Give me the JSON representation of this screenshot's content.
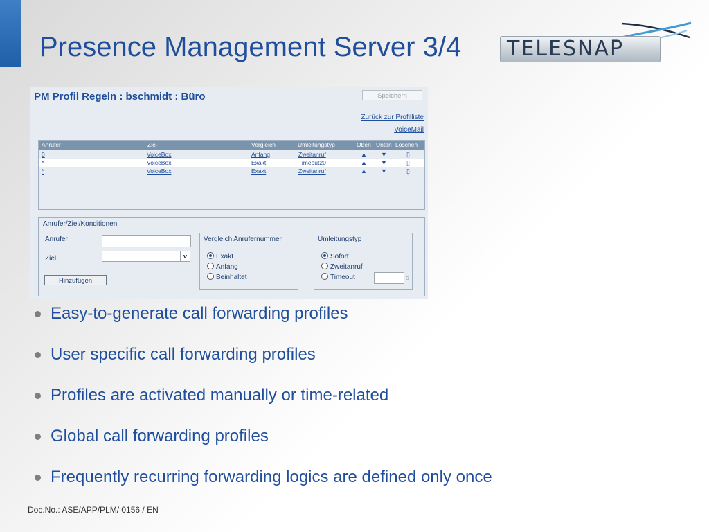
{
  "slide": {
    "title": "Presence Management Server 3/4",
    "logo_text": "TELESNAP",
    "footer": "Doc.No.: ASE/APP/PLM/ 0156 / EN"
  },
  "panel": {
    "title": "PM Profil Regeln : bschmidt : Büro",
    "save_label": "Speichern",
    "back_link": "Zurück zur Profilliste",
    "voicemail_link": "VoiceMail",
    "rules_table": {
      "columns": [
        "Anrufer",
        "Ziel",
        "Vergleich",
        "Umleitungstyp",
        "Oben",
        "Unten",
        "Löschen"
      ],
      "rows": [
        {
          "anrufer": "0",
          "ziel": "VoiceBox",
          "vergleich": "Anfang",
          "umleitungstyp": "Zweitanruf"
        },
        {
          "anrufer": "*",
          "ziel": "VoiceBox",
          "vergleich": "Exakt",
          "umleitungstyp": "Timeout20"
        },
        {
          "anrufer": "*",
          "ziel": "VoiceBox",
          "vergleich": "Exakt",
          "umleitungstyp": "Zweitanruf"
        }
      ],
      "up_icon": "▲",
      "down_icon": "▼",
      "delete_icon": "▯"
    },
    "conditions": {
      "title": "Anrufer/Ziel/Konditionen",
      "anrufer_label": "Anrufer",
      "anrufer_value": "",
      "ziel_label": "Ziel",
      "ziel_value": "",
      "ziel_arrow": "v",
      "add_button": "Hinzufügen",
      "vergleich": {
        "title": "Vergleich Anrufernummer",
        "options": [
          "Exakt",
          "Anfang",
          "Beinhaltet"
        ],
        "selected": "Exakt"
      },
      "umleitung": {
        "title": "Umleitungstyp",
        "options": [
          "Sofort",
          "Zweitanruf",
          "Timeout"
        ],
        "selected": "Sofort",
        "timeout_value": "",
        "timeout_unit": "s"
      }
    }
  },
  "bullets": [
    "Easy-to-generate call forwarding profiles",
    "User specific call forwarding profiles",
    "Profiles are activated manually or time-related",
    "Global call forwarding profiles",
    "Frequently recurring forwarding logics are defined only once"
  ],
  "colors": {
    "title": "#1f4e9c",
    "accent_bar": "#2f6fb8",
    "table_header": "#7b94ad",
    "panel_bg": "#e6ecf1"
  }
}
